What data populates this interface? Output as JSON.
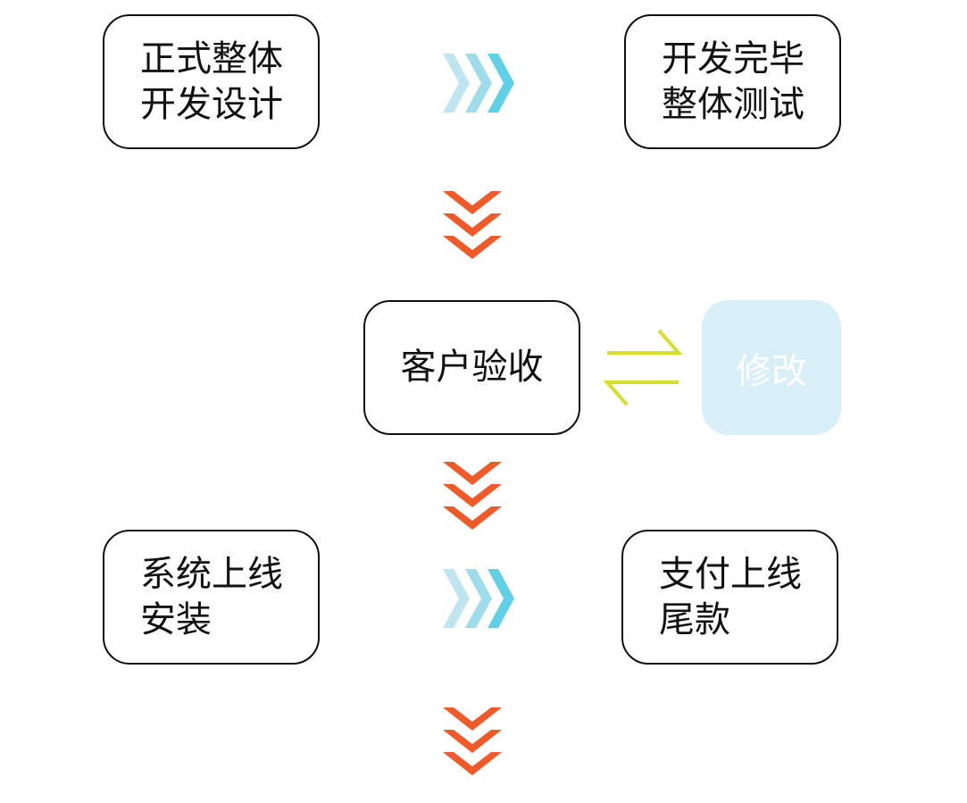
{
  "steps": {
    "design": {
      "line1": "正式整体",
      "line2": "开发设计"
    },
    "testing": {
      "line1": "开发完毕",
      "line2": "整体测试"
    },
    "acceptance": {
      "line1": "客户验收"
    },
    "modify": {
      "line1": "修改"
    },
    "deploy": {
      "line1": "系统上线",
      "line2": "安装"
    },
    "payment": {
      "line1": "支付上线",
      "line2": "尾款"
    }
  },
  "colors": {
    "box_border": "#111111",
    "text": "#111111",
    "modify_fill": "#d8eff7",
    "chevron_right_light": "#bfe6f0",
    "chevron_right_mid": "#9edbeb",
    "chevron_right_dark": "#5fd0e6",
    "chevron_down": "#f05a28",
    "exchange_arrows": "#d6df2a"
  },
  "icons": {
    "right_arrows": "triple-chevron-right-icon",
    "down_arrows": "triple-chevron-down-icon",
    "exchange": "exchange-arrows-icon"
  }
}
